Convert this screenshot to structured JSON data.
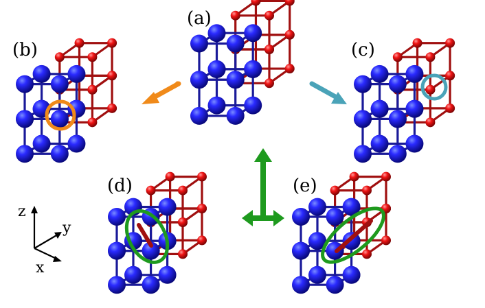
{
  "panels": {
    "a": {
      "label": "(a)"
    },
    "b": {
      "label": "(b)"
    },
    "c": {
      "label": "(c)"
    },
    "d": {
      "label": "(d)"
    },
    "e": {
      "label": "(e)"
    }
  },
  "axes": {
    "z": "z",
    "y": "y",
    "x": "x"
  },
  "colors": {
    "blue_lattice": "#1a1aff",
    "blue_bond": "#1a1a99",
    "red_lattice": "#e01010",
    "red_bond": "#a01010",
    "orange_highlight": "#f08a1a",
    "teal_highlight": "#4aa3b8",
    "green_highlight": "#1e9a1e"
  },
  "icons": [
    "orange-arrow-icon",
    "teal-arrow-icon",
    "green-double-arrow-icon",
    "axis-triad-icon"
  ]
}
